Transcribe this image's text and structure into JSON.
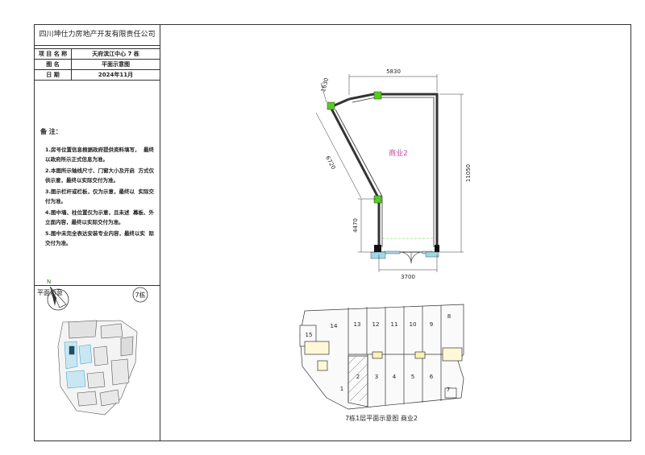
{
  "title_block": {
    "company": "四川坤仕力房地产开发有限责任公司",
    "rows": [
      {
        "label": "项 目 名 称",
        "value": "天府滨江中心 7 栋"
      },
      {
        "label": "图    名",
        "value": "平面示意图"
      },
      {
        "label": "日    期",
        "value": "2024年11月"
      }
    ],
    "notes_title": "备 注：",
    "notes": [
      "1.房号位置信息根据政府提供资料填写，  最终以政府所示正式信息为准。",
      "2.本图所示轴线尺寸、门窗大小及开启  方式仅供示意，最终以实际交付为准。",
      "3.图示栏杆或栏板，仅为示意，最终以  实际交付为准。",
      "4.图中墙、柱位置仅为示意，且未述  幕板、外立面内容，最终以实际交付为准。",
      "5.图中未完全表达安装专业内容，最终以实  际交付为准。"
    ],
    "site_plan_caption": "平面示意",
    "building_label": "7栋"
  },
  "floor_plan": {
    "unit_label": "商业2",
    "dimensions": {
      "top": "5830",
      "diag_top": "1630",
      "diag_long": "6720",
      "right": "11050",
      "left_lower": "4470",
      "bottom": "3700"
    }
  },
  "key_plan": {
    "caption": "7栋1层平面示意图  商业2",
    "units_top": [
      "14",
      "13",
      "12",
      "11",
      "10",
      "9",
      "8"
    ],
    "units_bottom": [
      "1",
      "2",
      "3",
      "4",
      "5",
      "6",
      "7"
    ],
    "unit_15": "15"
  },
  "colors": {
    "line": "#333333",
    "column_green": "#55cc22",
    "unit_label": "#cc44aa",
    "glass": "#9fd8e8",
    "site_blue": "#4aa6c8"
  }
}
